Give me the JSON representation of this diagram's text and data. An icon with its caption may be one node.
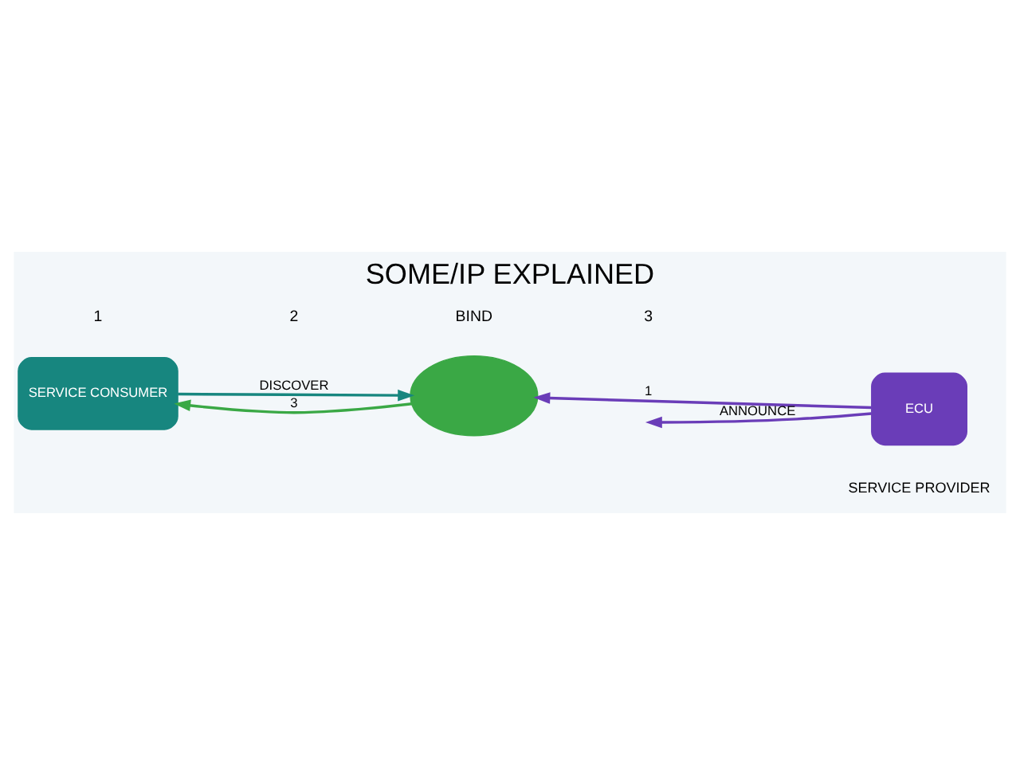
{
  "diagram": {
    "title": "SOME/IP EXPLAINED",
    "nodes": [
      {
        "text": [
          "SERVICE CONSUMER"
        ]
      },
      {
        "text": [],
        "shape": "cloud"
      },
      {
        "text": [
          "ECU"
        ],
        "beside": [
          "SERVICE PROVIDER"
        ]
      }
    ],
    "edges": [
      {
        "from": 2,
        "to": null,
        "arrow": "to",
        "label": "ANNOUNCE"
      },
      {
        "from": 2,
        "to": 1,
        "arrow": "to",
        "label": "1"
      },
      {
        "from": 0,
        "to": 1,
        "arrow": "to",
        "label": "DISCOVER",
        "color": "#17867f"
      },
      {
        "from": 1,
        "to": 0,
        "arrow": "to",
        "label": "3",
        "color": "#3aa845"
      }
    ],
    "labels": [
      "1",
      "2",
      "BIND",
      "3"
    ]
  }
}
